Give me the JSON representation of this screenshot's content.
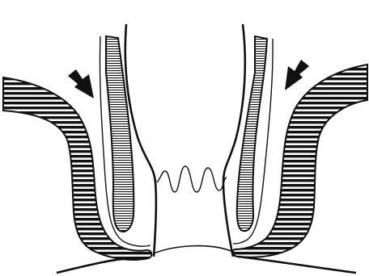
{
  "figure": {
    "colors": {
      "background": "#ffffff",
      "ink": "#111111",
      "light_fill": "#ffffff"
    },
    "parts": [
      "left-outer-hatched-band",
      "left-inner-hatched-band",
      "left-arrow-icon",
      "right-outer-hatched-band",
      "right-inner-hatched-band",
      "right-arrow-icon",
      "central-canal-outline",
      "wavy-line",
      "bottom-skin-curve"
    ]
  }
}
